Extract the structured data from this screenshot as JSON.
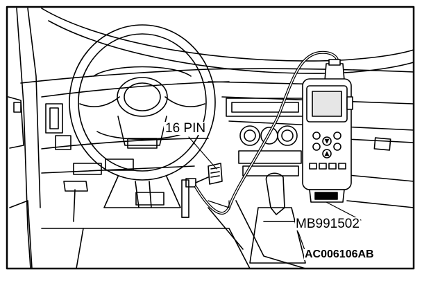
{
  "labels": {
    "connector": "16 PIN",
    "tool": "MB991502",
    "figure_code": "AC006106AB"
  },
  "colors": {
    "ink": "#000000",
    "paper": "#ffffff",
    "screen": "#e6e6e6"
  }
}
